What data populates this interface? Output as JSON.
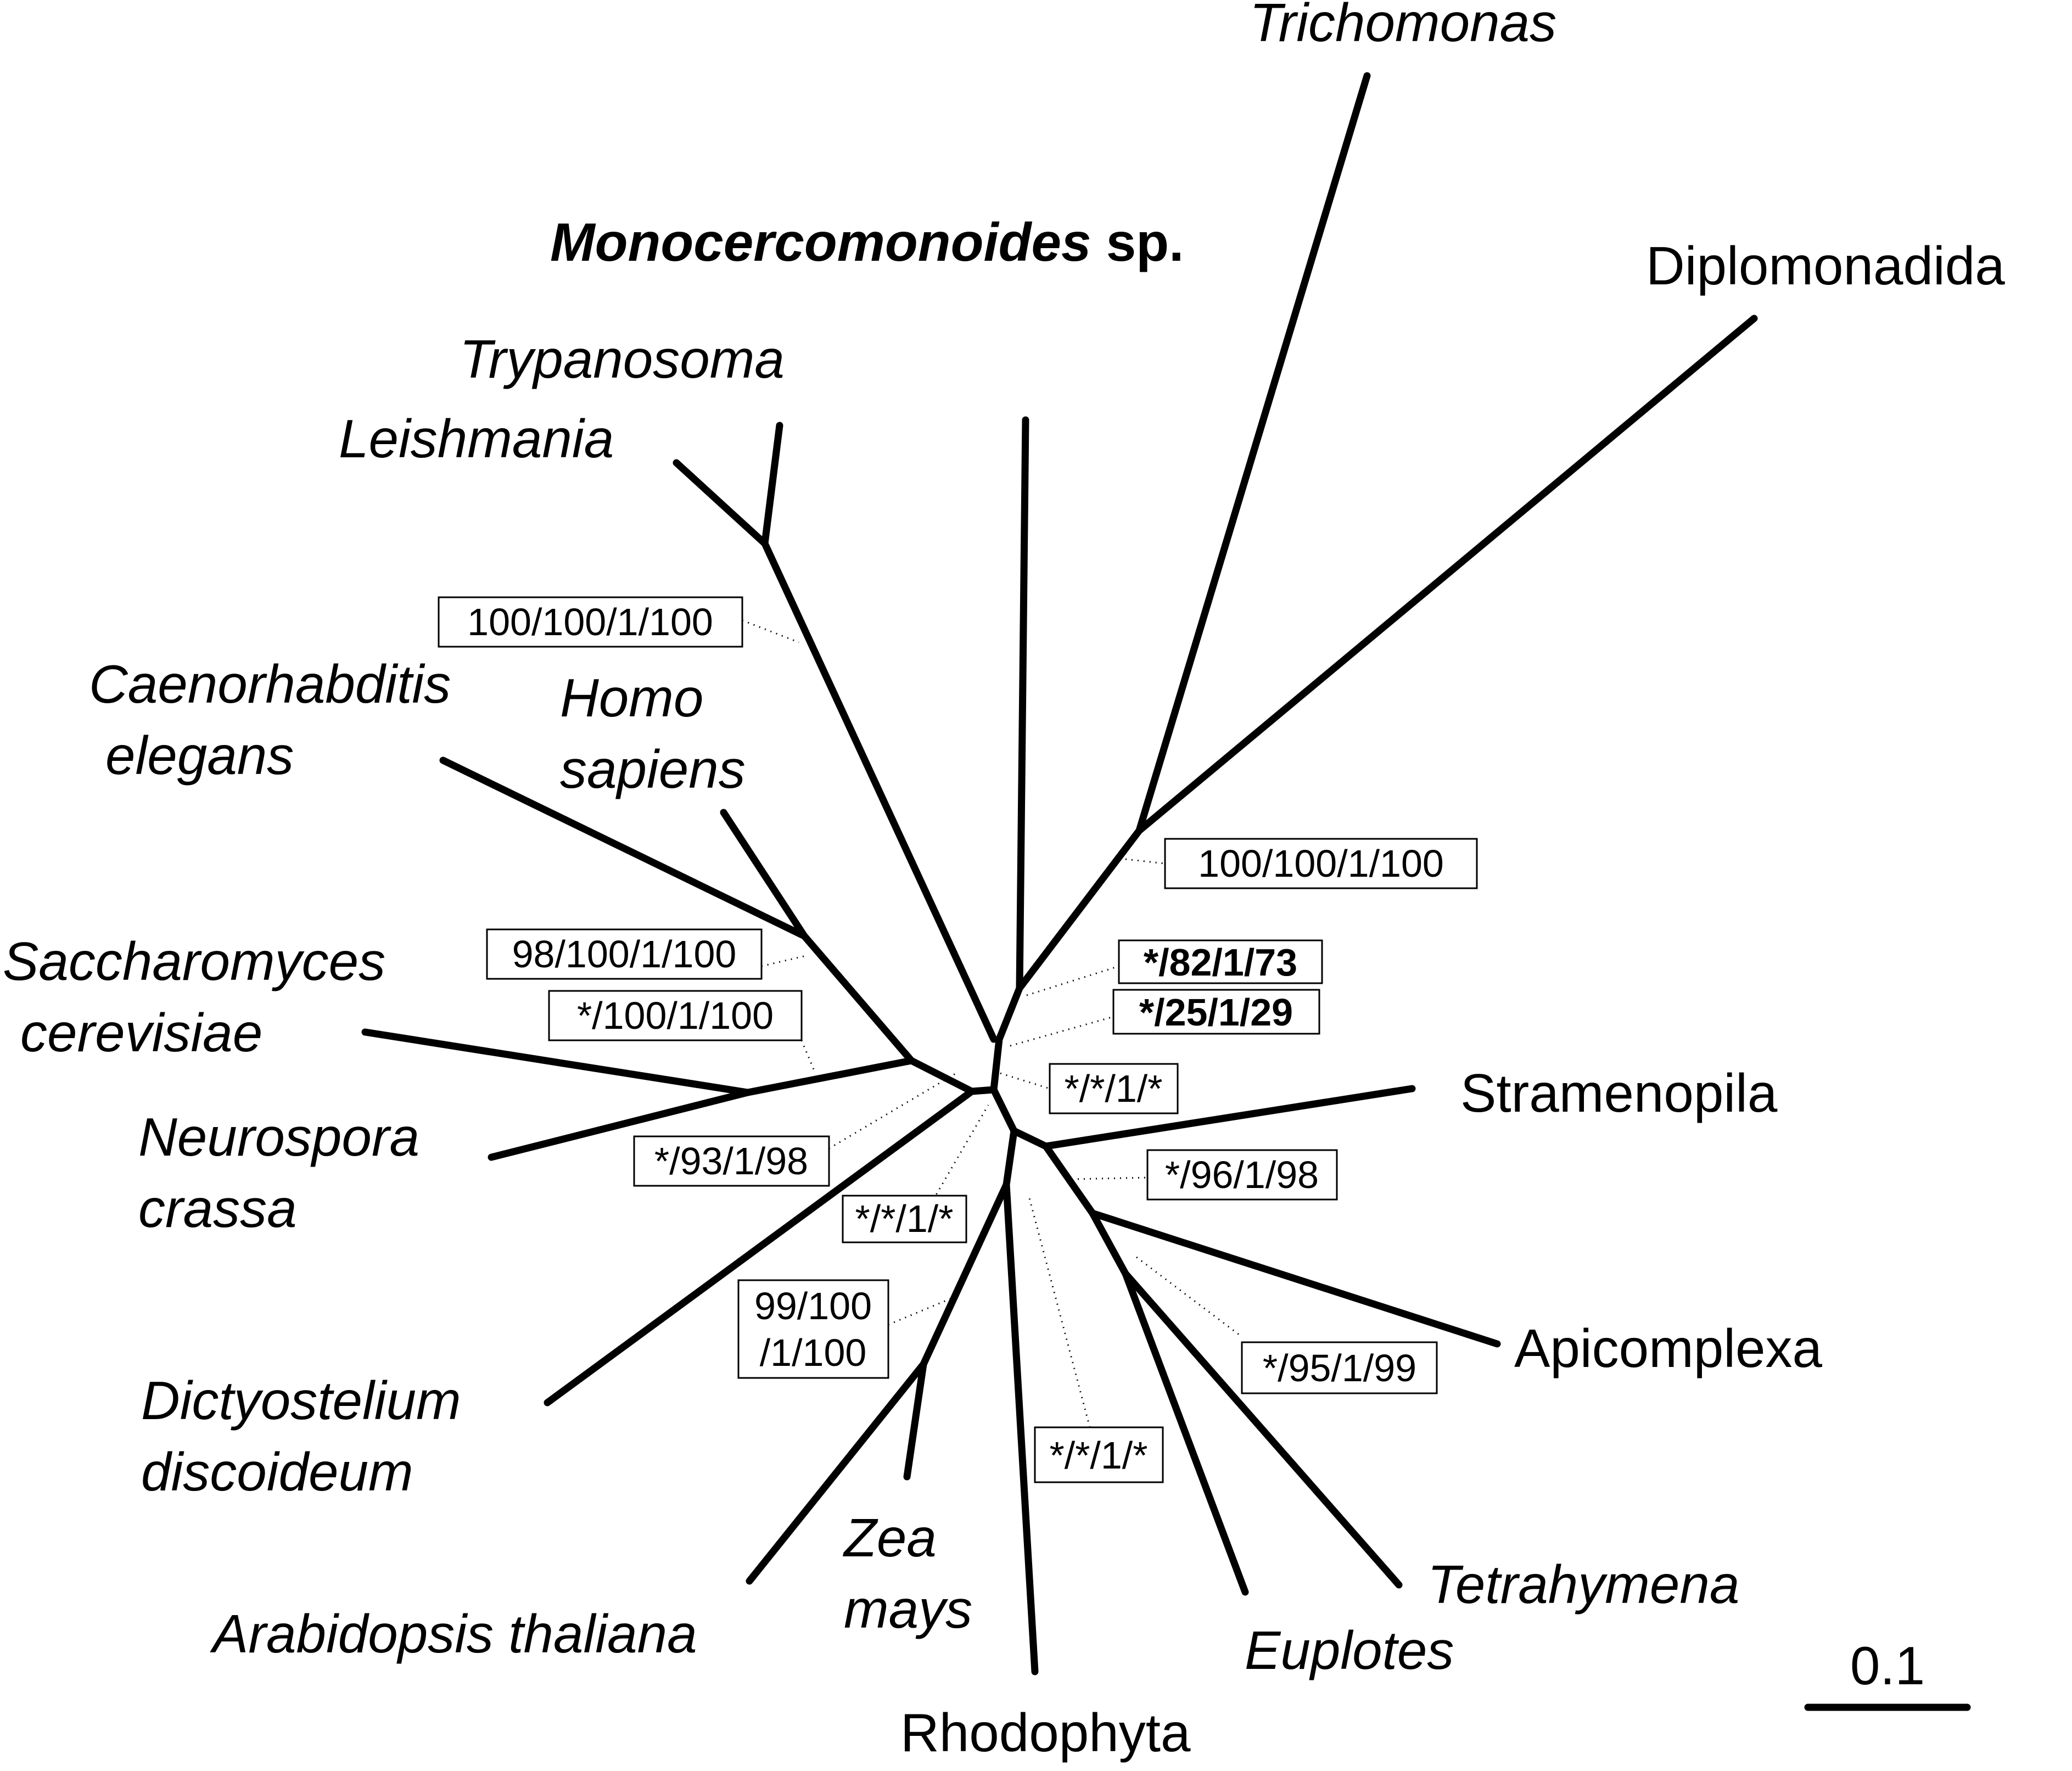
{
  "taxa": {
    "trichomonas": "Trichomonas",
    "monocercomonoides": "Monocercomonoides",
    "monocercomonoides_suffix": " sp.",
    "diplomonadida": "Diplomonadida",
    "trypanosoma": "Trypanosoma",
    "leishmania": "Leishmania",
    "caenorhabditis": "Caenorhabditis",
    "elegans": "elegans",
    "homo": "Homo",
    "sapiens": "sapiens",
    "saccharomyces": "Saccharomyces",
    "cerevisiae": "cerevisiae",
    "neurospora": "Neurospora",
    "crassa": "crassa",
    "dictyostelium": "Dictyostelium",
    "discoideum": "discoideum",
    "arabidopsis": "Arabidopsis thaliana",
    "zea": "Zea",
    "mays": "mays",
    "rhodophyta": "Rhodophyta",
    "euplotes": "Euplotes",
    "tetrahymena": "Tetrahymena",
    "apicomplexa": "Apicomplexa",
    "stramenopila": "Stramenopila"
  },
  "support": {
    "kinetoplastida": "100/100/1/100",
    "metamonada": "100/100/1/100",
    "trich_dipl_mono": "*/82/1/73",
    "mono_rest": "*/25/1/29",
    "opisthokonta_animals": "98/100/1/100",
    "opisthokonta": "*/100/1/100",
    "amorphea": "*/93/1/98",
    "center_a": "*/*/1/*",
    "sar": "*/*/1/*",
    "plants": "99/100",
    "plants_2": "/1/100",
    "archaeplastida": "*/*/1/*",
    "alveolata": "*/96/1/98",
    "ciliates": "*/95/1/99"
  },
  "scale_bar": {
    "label": "0.1"
  }
}
